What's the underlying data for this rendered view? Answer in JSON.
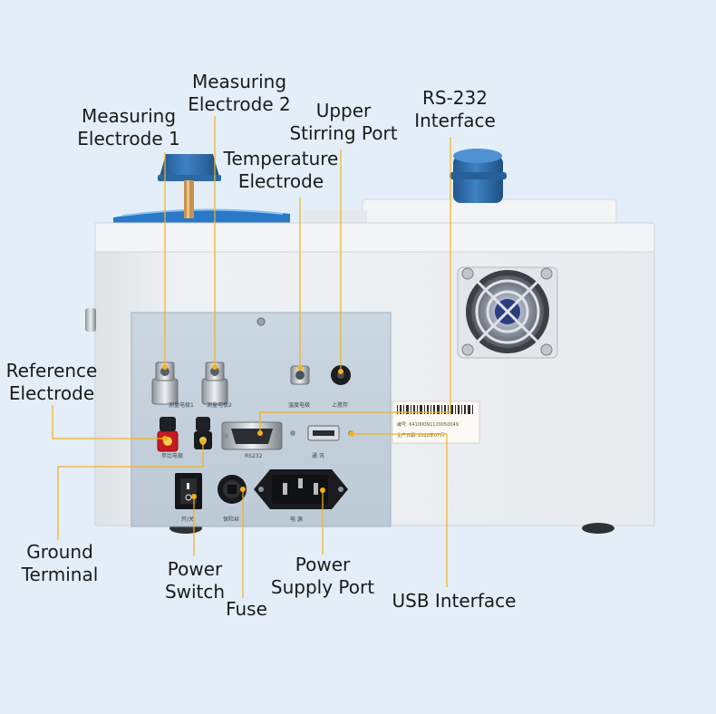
{
  "callouts": {
    "measuring_electrode_1": [
      "Measuring",
      "Electrode 1"
    ],
    "measuring_electrode_2": [
      "Measuring",
      "Electrode 2"
    ],
    "upper_stirring_port": [
      "Upper",
      "Stirring Port"
    ],
    "rs232_interface": [
      "RS-232",
      "Interface"
    ],
    "temperature_electrode": [
      "Temperature",
      "Electrode"
    ],
    "reference_electrode": [
      "Reference",
      "Electrode"
    ],
    "ground_terminal": [
      "Ground",
      "Terminal"
    ],
    "power_switch": [
      "Power",
      "Switch"
    ],
    "fuse": [
      "Fuse"
    ],
    "power_supply_port": [
      "Power",
      "Supply Port"
    ],
    "usb_interface": [
      "USB Interface"
    ]
  },
  "panel_labels": {
    "electrode_1": "测量电极1",
    "electrode_2": "测量电极2",
    "temperature": "温度电极",
    "stirring": "上搅拌",
    "reference": "参比电极",
    "rs232": "RS232",
    "comm": "通 讯",
    "switch": "开/关",
    "fuse": "保险丝",
    "power": "电 源"
  },
  "serial_label": {
    "number": "编号: 641000N1120050049",
    "date": "生产日期: 2020年07月"
  },
  "colors": {
    "background": "#e3eef9",
    "leader_line": "#f2b21c",
    "case": "#eef1f3",
    "panel": "#c5d3de",
    "knob": "#2f6fae"
  }
}
